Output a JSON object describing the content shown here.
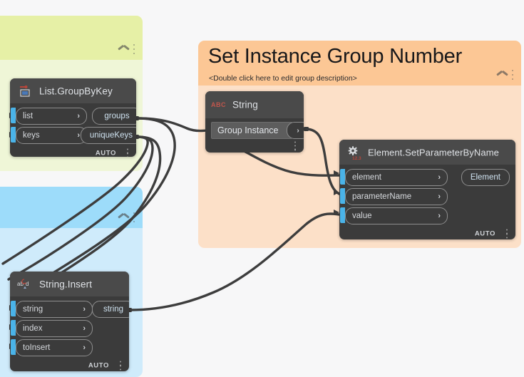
{
  "canvas": {
    "background": "#f7f7f8",
    "wire_color": "#3d3d3d"
  },
  "groups": [
    {
      "id": "green-group",
      "name": "group-green",
      "title": "",
      "description": "",
      "header_color": "#e6f0a6",
      "body_color": "#eff6d7",
      "collapse_icon": "chevron-up-icon",
      "menu_icon": "vertical-dots-icon"
    },
    {
      "id": "blue-group",
      "name": "group-blue",
      "title": "",
      "description": "",
      "header_color": "#9ddcfa",
      "body_color": "#cfebfb",
      "collapse_icon": "chevron-up-icon",
      "menu_icon": "vertical-dots-icon"
    },
    {
      "id": "orange-group",
      "name": "group-set-instance-group-number",
      "title": "Set Instance Group Number",
      "description": "<Double click here to edit group description>",
      "header_color": "#fcc795",
      "body_color": "#fce0c8",
      "collapse_icon": "chevron-up-icon",
      "menu_icon": "vertical-dots-icon"
    }
  ],
  "nodes": {
    "list_groupbykey": {
      "title": "List.GroupByKey",
      "icon": "list-node-icon",
      "inputs": [
        {
          "label": "list",
          "chevron": "›"
        },
        {
          "label": "keys",
          "chevron": "›"
        }
      ],
      "outputs": [
        {
          "label": "groups"
        },
        {
          "label": "uniqueKeys"
        }
      ],
      "footer_label": "AUTO",
      "menu_icon": "vertical-dots-icon"
    },
    "string_node": {
      "title": "String",
      "icon": "abc-icon",
      "icon_text": "ABC",
      "value": "Group Instance",
      "output_chevron": "›",
      "menu_icon": "vertical-dots-icon"
    },
    "element_setparameterbyname": {
      "title": "Element.SetParameterByName",
      "icon": "gear-123-icon",
      "inputs": [
        {
          "label": "element",
          "chevron": "›"
        },
        {
          "label": "parameterName",
          "chevron": "›"
        },
        {
          "label": "value",
          "chevron": "›"
        }
      ],
      "outputs": [
        {
          "label": "Element"
        }
      ],
      "footer_label": "AUTO",
      "menu_icon": "vertical-dots-icon"
    },
    "string_insert": {
      "title": "String.Insert",
      "icon": "string-insert-icon",
      "icon_text": "ab d",
      "inputs": [
        {
          "label": "string",
          "chevron": "›"
        },
        {
          "label": "index",
          "chevron": "›"
        },
        {
          "label": "toInsert",
          "chevron": "›"
        }
      ],
      "outputs": [
        {
          "label": "string"
        }
      ],
      "footer_label": "AUTO",
      "menu_icon": "vertical-dots-icon"
    }
  }
}
